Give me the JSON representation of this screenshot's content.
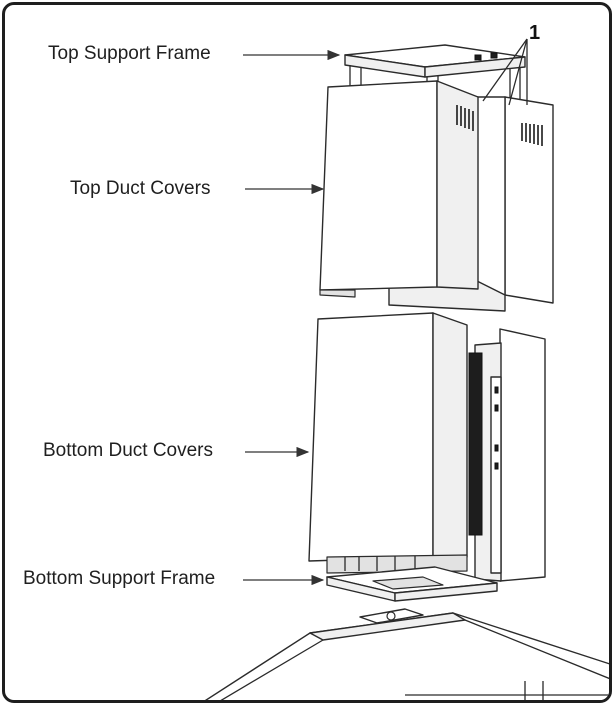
{
  "labels": {
    "top_support_frame": "Top Support Frame",
    "top_duct_covers": "Top Duct Covers",
    "bottom_duct_covers": "Bottom Duct Covers",
    "bottom_support_frame": "Bottom Support Frame",
    "callout_number": "1"
  },
  "colors": {
    "frame_border": "#1e1e1e",
    "line": "#2b2b2b",
    "vent": "#1a1a1a",
    "background": "#ffffff"
  }
}
